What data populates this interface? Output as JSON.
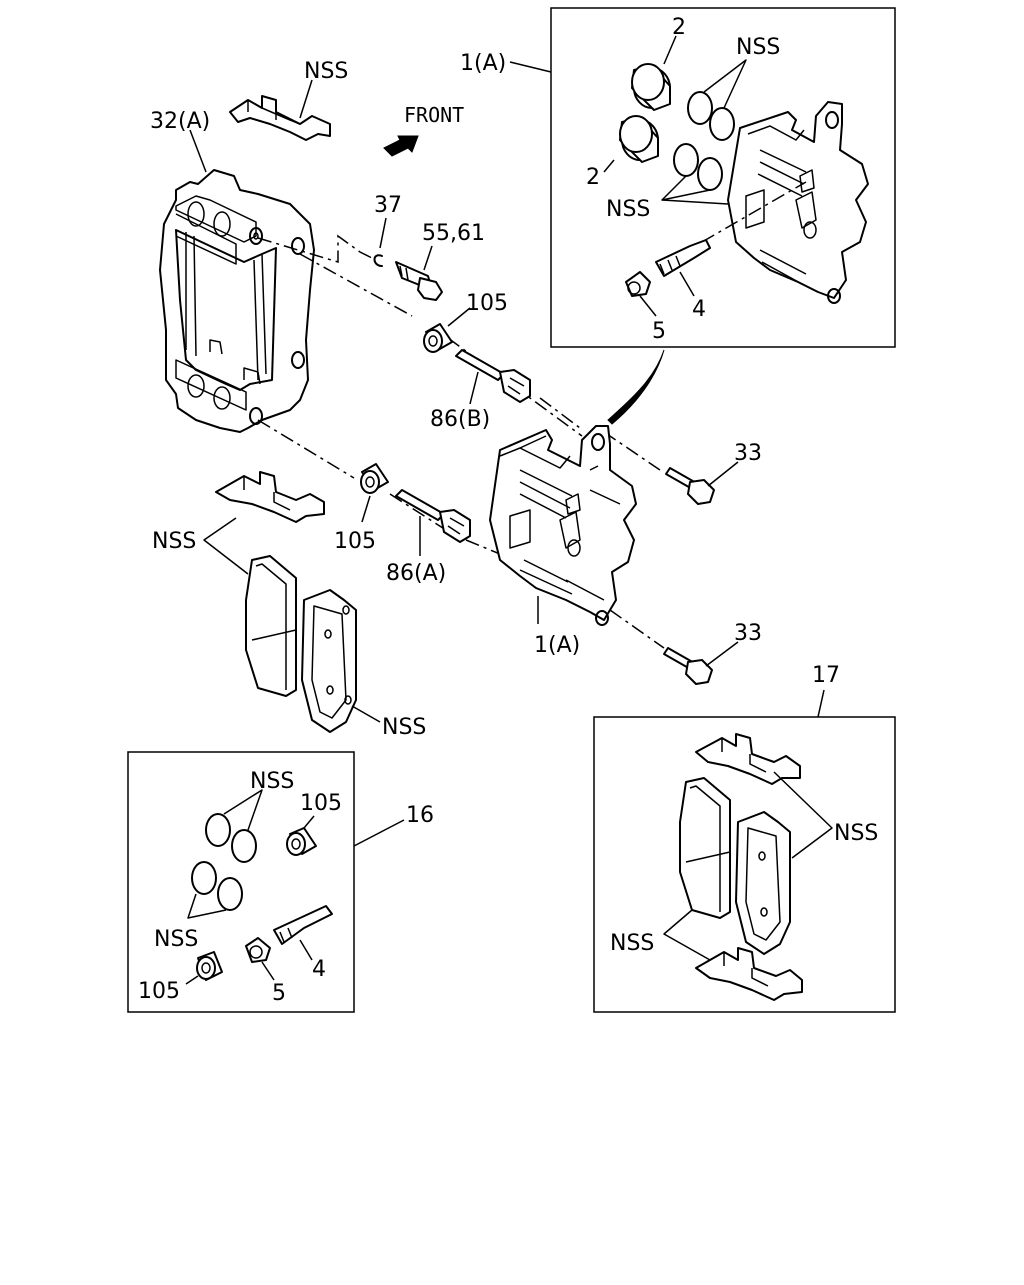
{
  "diagram": {
    "front_label": "FRONT",
    "callouts": {
      "nss_top": "NSS",
      "c32a": "32(A)",
      "c37": "37",
      "c5561": "55,61",
      "c105_upper": "105",
      "c86b": "86(B)",
      "c33_upper": "33",
      "c105_lower": "105",
      "c86a": "86(A)",
      "nss_left": "NSS",
      "c1a_lower": "1(A)",
      "c33_lower": "33",
      "nss_pad": "NSS"
    },
    "inset_caliper": {
      "ref": "1(A)",
      "c2_top": "2",
      "c2_left": "2",
      "nss_top": "NSS",
      "nss_left": "NSS",
      "c4": "4",
      "c5": "5"
    },
    "inset_kit16": {
      "ref": "16",
      "nss_top": "NSS",
      "c105_top": "105",
      "nss_bottom": "NSS",
      "c105_bottom": "105",
      "c5": "5",
      "c4": "4"
    },
    "inset_kit17": {
      "ref": "17",
      "nss_right": "NSS",
      "nss_left": "NSS"
    }
  }
}
